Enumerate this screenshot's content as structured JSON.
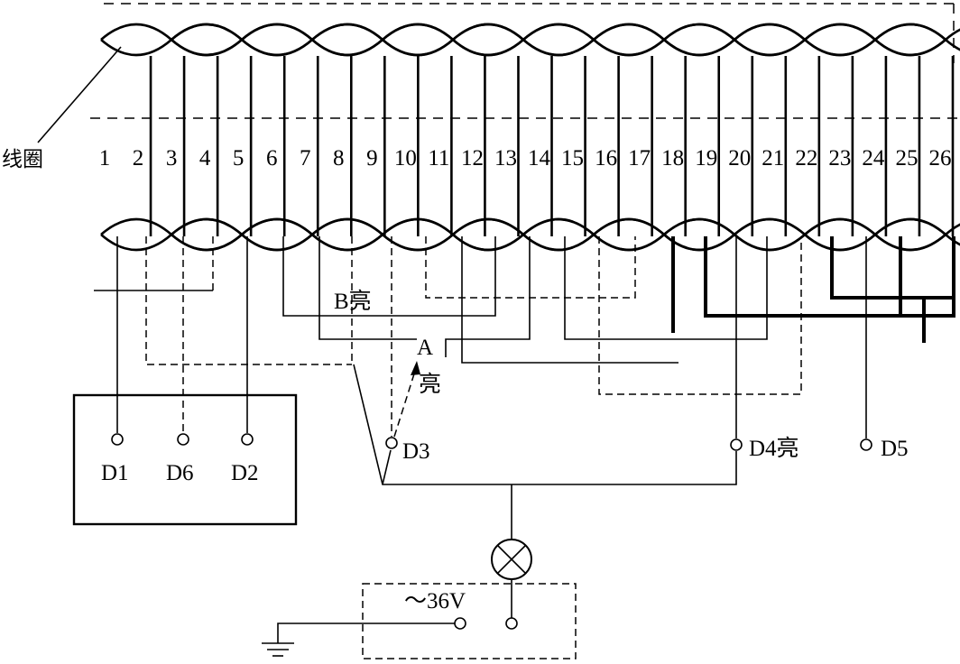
{
  "coil_label": "线圈",
  "slots": [
    "1",
    "2",
    "3",
    "4",
    "5",
    "6",
    "7",
    "8",
    "9",
    "10",
    "11",
    "12",
    "13",
    "14",
    "15",
    "16",
    "17",
    "18",
    "19",
    "20",
    "21",
    "22",
    "23",
    "24",
    "25",
    "26"
  ],
  "terminals": {
    "d1": "D1",
    "d6": "D6",
    "d2": "D2",
    "d3": "D3",
    "d4": "D4亮",
    "d5": "D5"
  },
  "indicators": {
    "b": "B亮",
    "a": "A",
    "a_state": "亮"
  },
  "supply": "～36V"
}
